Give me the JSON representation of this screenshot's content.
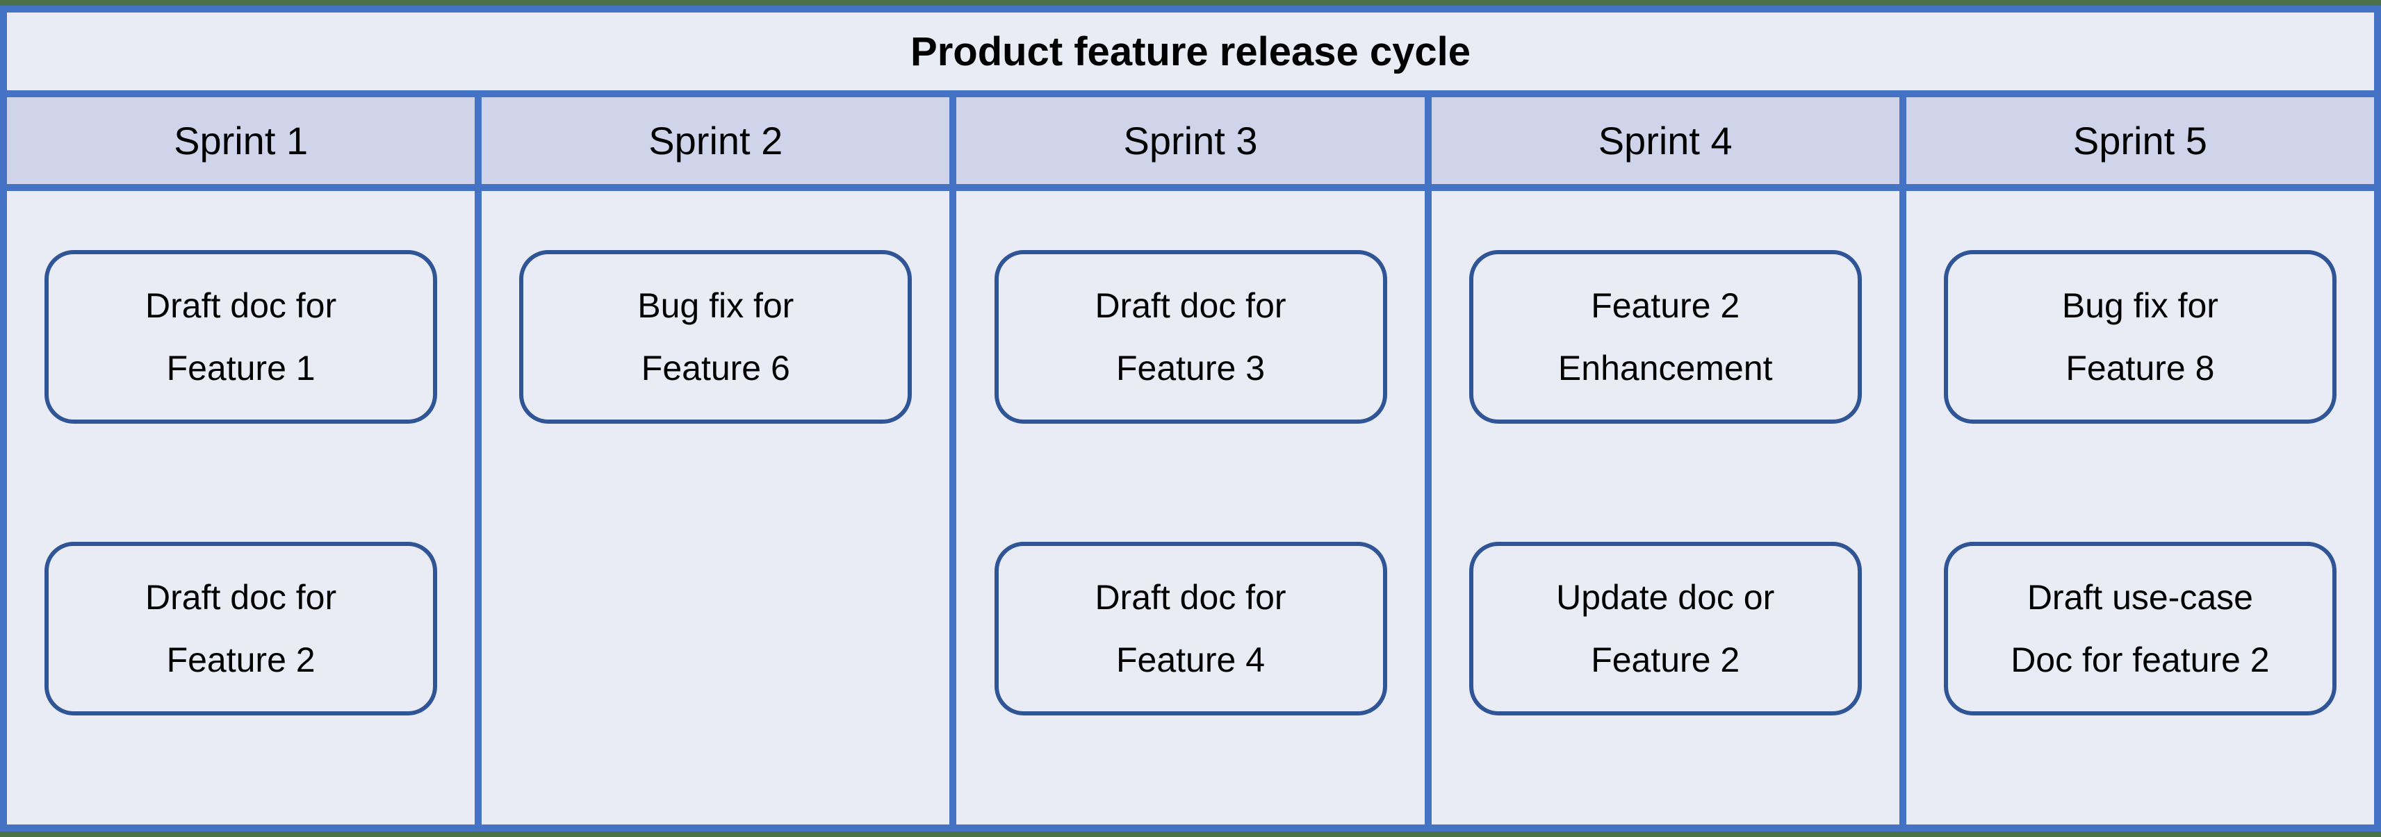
{
  "title": "Product feature release cycle",
  "colors": {
    "outer_frame_green": "#4A7148",
    "table_border_blue": "#4472C4",
    "panel_bg": "#E9EBF5",
    "header_bg": "#CFD4EA",
    "card_border_blue": "#2F5597",
    "text": "#000000"
  },
  "columns": [
    {
      "header": "Sprint 1",
      "cards": [
        "Draft doc for\nFeature 1",
        "Draft doc for\nFeature 2"
      ]
    },
    {
      "header": "Sprint 2",
      "cards": [
        "Bug fix for\nFeature 6"
      ]
    },
    {
      "header": "Sprint 3",
      "cards": [
        "Draft doc for\nFeature 3",
        "Draft doc for\nFeature 4"
      ]
    },
    {
      "header": "Sprint 4",
      "cards": [
        "Feature 2\nEnhancement",
        "Update doc or\nFeature 2"
      ]
    },
    {
      "header": "Sprint 5",
      "cards": [
        "Bug fix for\nFeature 8",
        "Draft use-case\nDoc for feature 2"
      ]
    }
  ]
}
